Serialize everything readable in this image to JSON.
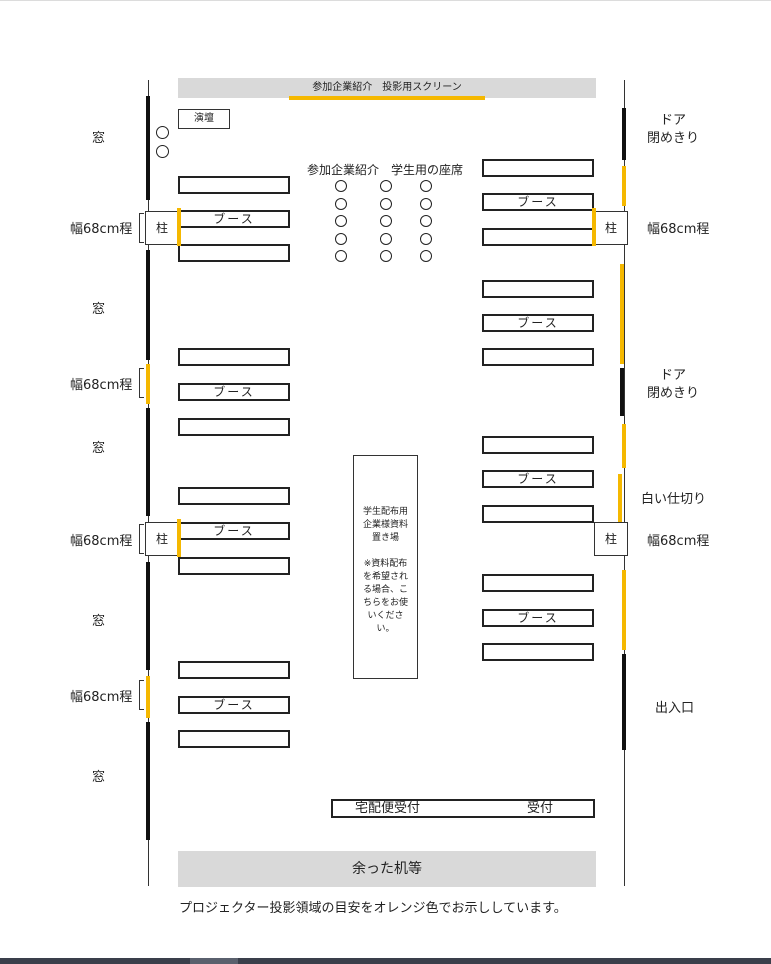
{
  "screen_title": "参加企業紹介　投影用スクリーン",
  "podium": "演壇",
  "seating_label": "参加企業紹介　学生用の座席",
  "booth": "ブース",
  "pillar": "柱",
  "width_label": "幅68cm程",
  "window": "窓",
  "door_closed": "ドア\n閉めきり",
  "white_partition": "白い仕切り",
  "entrance": "出入口",
  "material_area": "学生配布用\n企業様資料\n置き場\n\n※資料配布\nを希望され\nる場合、こ\nちらをお使\nいください。",
  "delivery_reception": "宅配便受付",
  "reception": "受付",
  "extra_desks": "余った机等",
  "footer_note": "プロジェクター投影領域の目安をオレンジ色でお示ししています。",
  "colors": {
    "projection_area": "#f5b800",
    "wall": "#111111",
    "gray_area": "#d9d9d9"
  }
}
